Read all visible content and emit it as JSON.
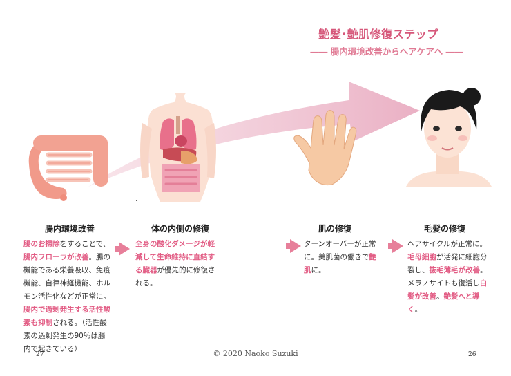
{
  "header": {
    "title": "艶髪･艶肌修復ステップ",
    "subtitle": "―― 腸内環境改善からヘアケアへ ――"
  },
  "columns": [
    {
      "heading": "腸内環境改善",
      "segments": [
        {
          "t": "腸のお掃除",
          "h": true
        },
        {
          "t": "をすることで、",
          "h": false
        },
        {
          "t": "腸内フローラが改善",
          "h": true
        },
        {
          "t": "。腸の機能である栄養吸収、免疫機能、自律神経機能、ホルモン活性化などが正常に。",
          "h": false
        },
        {
          "t": "腸内で過剰発生する活性酸素も抑制",
          "h": true
        },
        {
          "t": "される。（活性酸素の過剰発生の90％は腸内で起きている）",
          "h": false
        }
      ]
    },
    {
      "heading": "体の内側の修復",
      "segments": [
        {
          "t": "全身の酸化ダメージが軽減して生命維持に直結する臓器",
          "h": true
        },
        {
          "t": "が優先的に修復される。",
          "h": false
        }
      ]
    },
    {
      "heading": "肌の修復",
      "segments": [
        {
          "t": "ターンオーバーが正常に。美肌菌の働きで",
          "h": false
        },
        {
          "t": "艶肌",
          "h": true
        },
        {
          "t": "に。",
          "h": false
        }
      ]
    },
    {
      "heading": "毛髪の修復",
      "segments": [
        {
          "t": "ヘアサイクルが正常に。",
          "h": false
        },
        {
          "t": "毛母細胞",
          "h": true
        },
        {
          "t": "が活発に細胞分裂し、",
          "h": false
        },
        {
          "t": "抜毛薄毛が改善",
          "h": true
        },
        {
          "t": "。メラノサイトも復活し",
          "h": false
        },
        {
          "t": "白髪が改善",
          "h": true
        },
        {
          "t": "。",
          "h": false
        },
        {
          "t": "艶髪へと導く",
          "h": true
        },
        {
          "t": "。",
          "h": false
        }
      ]
    }
  ],
  "footer": {
    "page_left": "27",
    "page_right": "26",
    "copyright": "© 2020 Naoko Suzuki"
  },
  "colors": {
    "accent": "#e25c84",
    "arrow": "#f1c3d1",
    "triangle": "#e77f9a"
  }
}
